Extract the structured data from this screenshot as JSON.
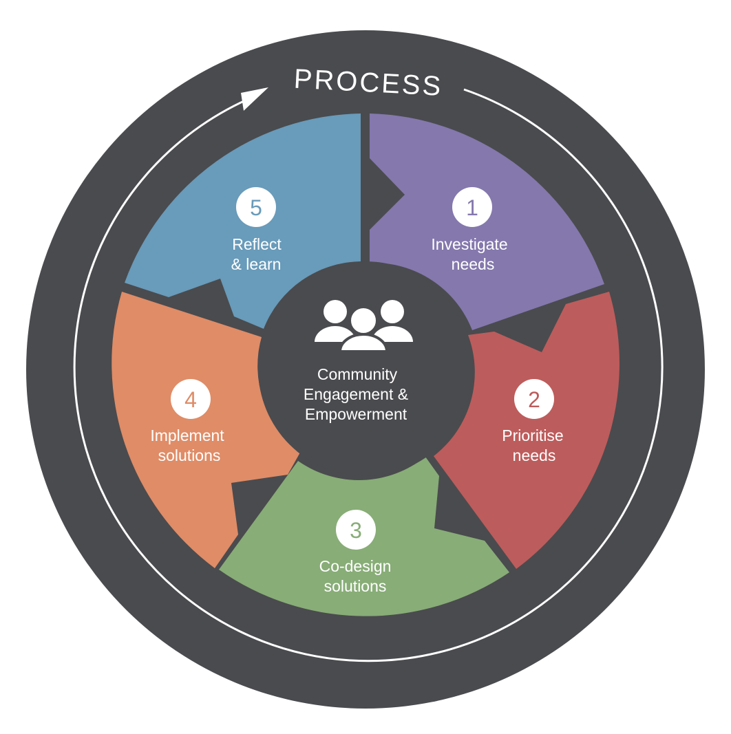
{
  "title": "PROCESS",
  "center": {
    "lines": [
      "Community",
      "Engagement &",
      "Empowerment"
    ],
    "icon": "people-group-icon"
  },
  "steps": [
    {
      "number": "1",
      "lines": [
        "Investigate",
        "needs"
      ],
      "color": "#8478ad"
    },
    {
      "number": "2",
      "lines": [
        "Prioritise",
        "needs"
      ],
      "color": "#bd5c5c"
    },
    {
      "number": "3",
      "lines": [
        "Co-design",
        "solutions"
      ],
      "color": "#88ad77"
    },
    {
      "number": "4",
      "lines": [
        "Implement",
        "solutions"
      ],
      "color": "#df8c67"
    },
    {
      "number": "5",
      "lines": [
        "Reflect",
        "& learn"
      ],
      "color": "#699bba"
    }
  ],
  "colors": {
    "ring": "#4a4b4e",
    "text": "#ffffff"
  }
}
